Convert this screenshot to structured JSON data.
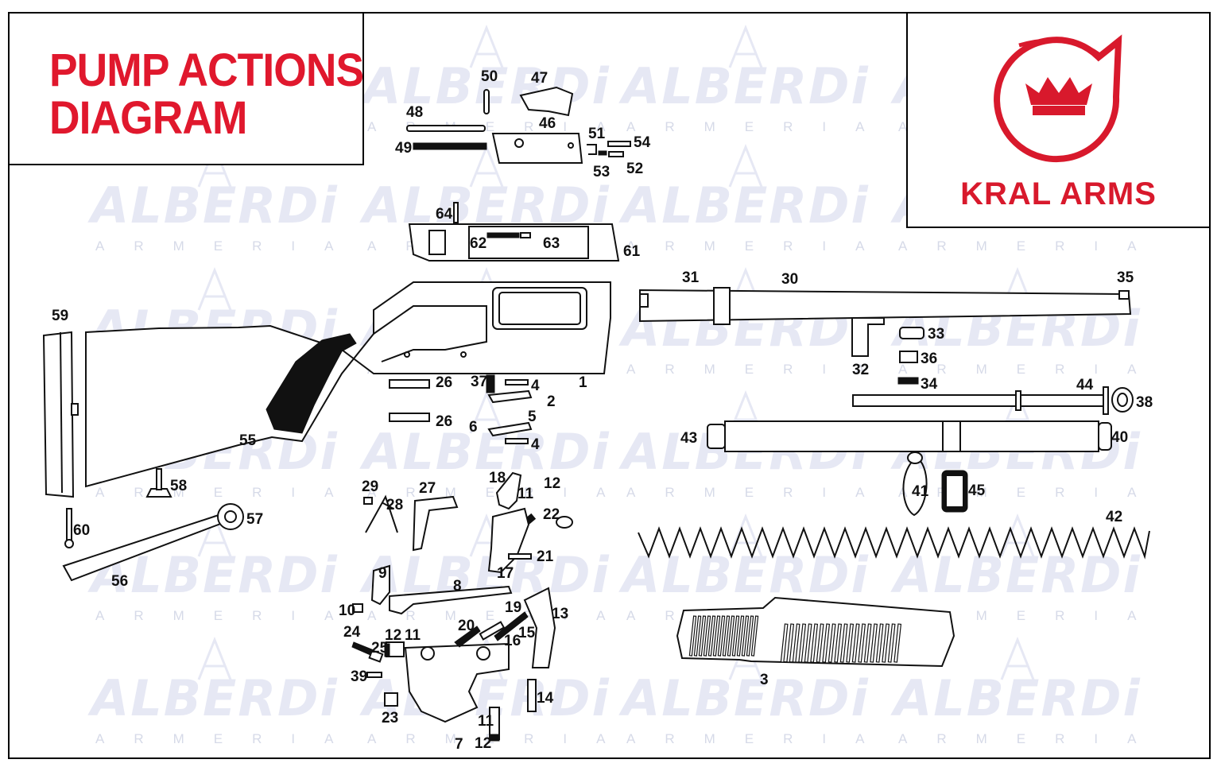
{
  "title": {
    "line1": "PUMP ACTIONS",
    "line2": "DIAGRAM"
  },
  "brand": {
    "name": "KRAL ARMS",
    "color": "#d8192c",
    "logo_icon": "crown-in-circle-logo"
  },
  "watermark": {
    "text": "ALBERDi",
    "subtext": "ARMERIA",
    "icon": "alberdi-monogram-icon",
    "color": "#e6e8f4"
  },
  "part_labels": [
    "1",
    "2",
    "3",
    "4",
    "4",
    "5",
    "6",
    "7",
    "8",
    "9",
    "10",
    "11",
    "11",
    "11",
    "12",
    "12",
    "12",
    "13",
    "14",
    "15",
    "16",
    "17",
    "18",
    "19",
    "20",
    "21",
    "22",
    "23",
    "24",
    "25",
    "26",
    "26",
    "27",
    "28",
    "29",
    "30",
    "31",
    "32",
    "33",
    "34",
    "35",
    "36",
    "37",
    "38",
    "39",
    "40",
    "41",
    "42",
    "43",
    "44",
    "45",
    "46",
    "47",
    "48",
    "49",
    "50",
    "51",
    "52",
    "53",
    "54",
    "55",
    "56",
    "57",
    "58",
    "59",
    "60",
    "61",
    "62",
    "63",
    "64"
  ]
}
